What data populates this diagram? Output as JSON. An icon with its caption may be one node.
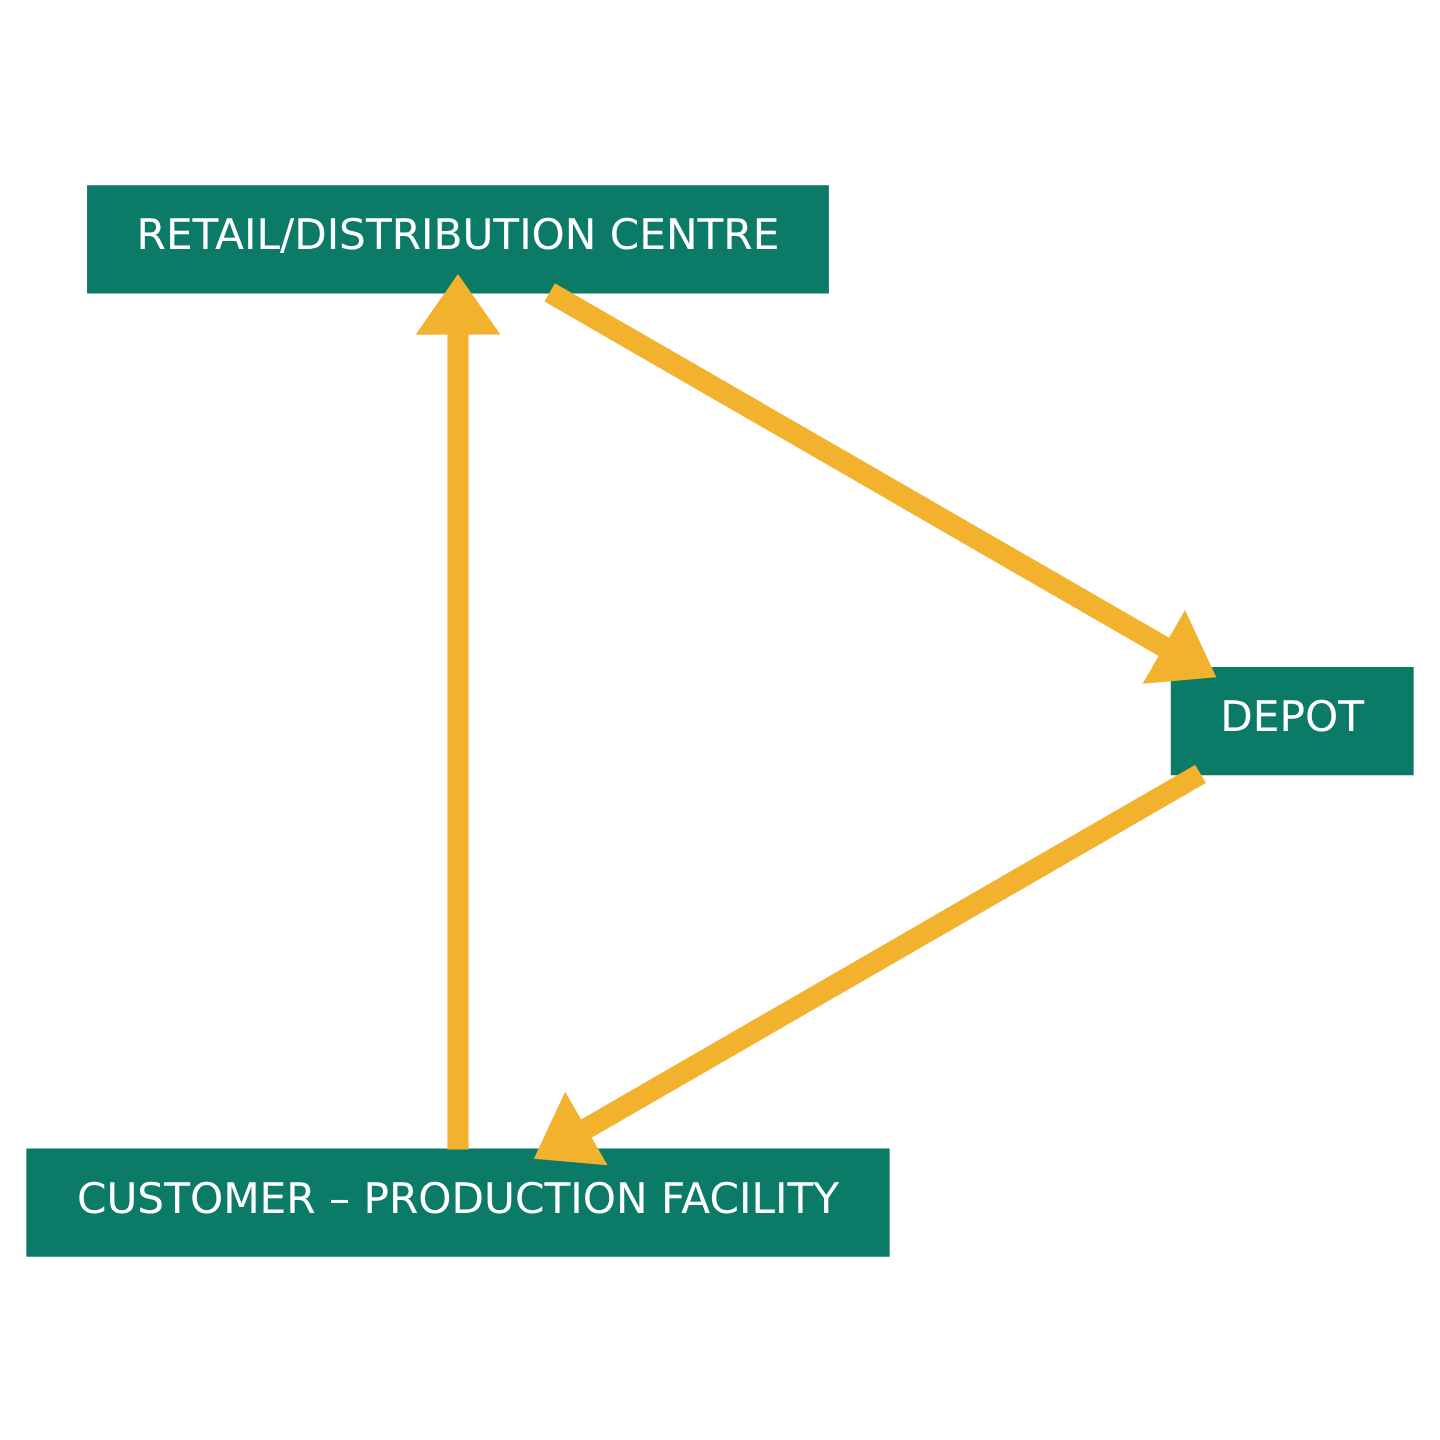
{
  "diagram": {
    "nodes": [
      {
        "text": [
          "CUSTOMER – PRODUCTION FACILITY"
        ]
      },
      {
        "text": [
          "RETAIL/DISTRIBUTION CENTRE"
        ]
      },
      {
        "text": [
          "DEPOT"
        ]
      }
    ],
    "edges": [
      {
        "from": 0,
        "to": 1,
        "arrow": "to"
      },
      {
        "from": 1,
        "to": 2,
        "arrow": "to"
      },
      {
        "from": 2,
        "to": 0,
        "arrow": "to"
      }
    ]
  }
}
